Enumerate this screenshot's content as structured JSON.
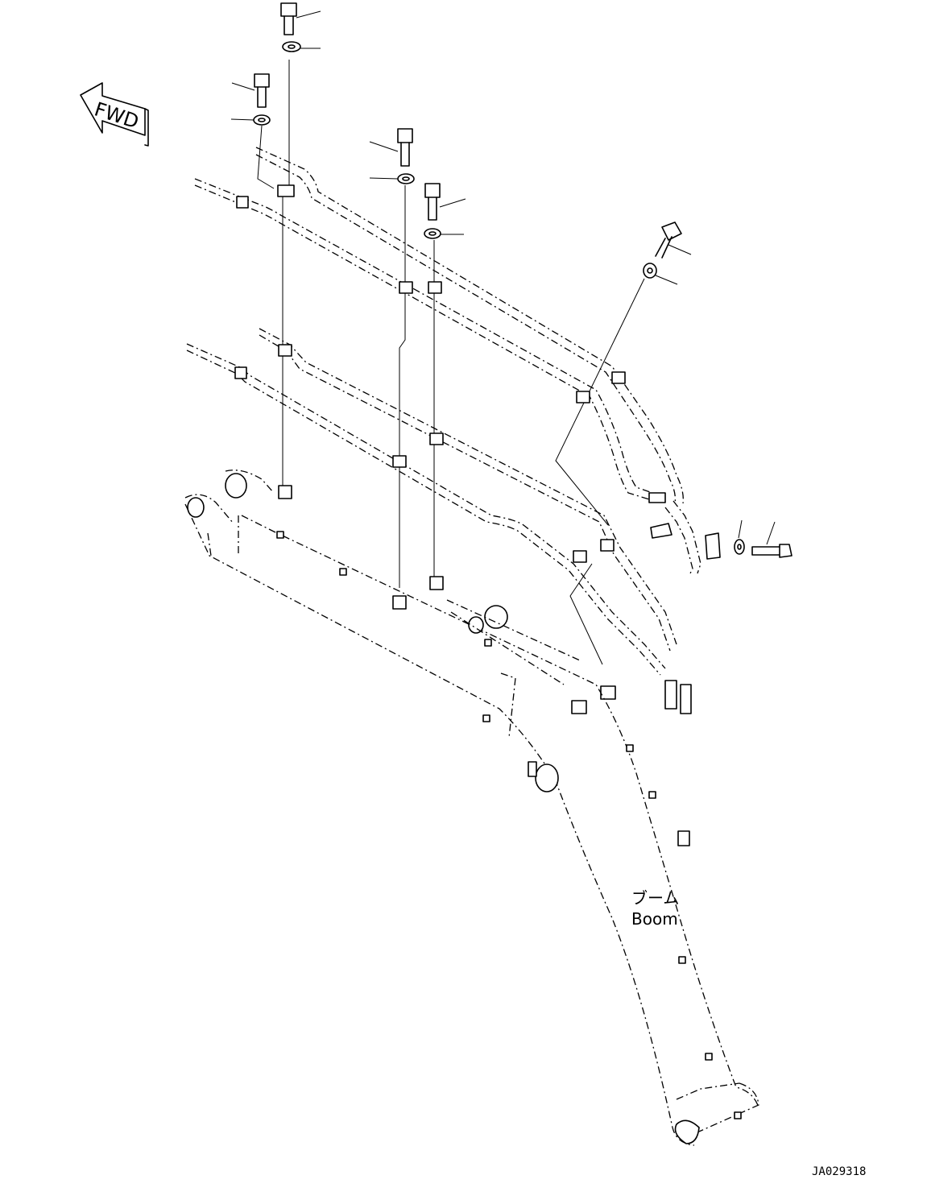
{
  "direction_marker": {
    "label": "FWD"
  },
  "component_label": {
    "japanese": "ブーム",
    "english": "Boom"
  },
  "drawing_number": "JA029318"
}
